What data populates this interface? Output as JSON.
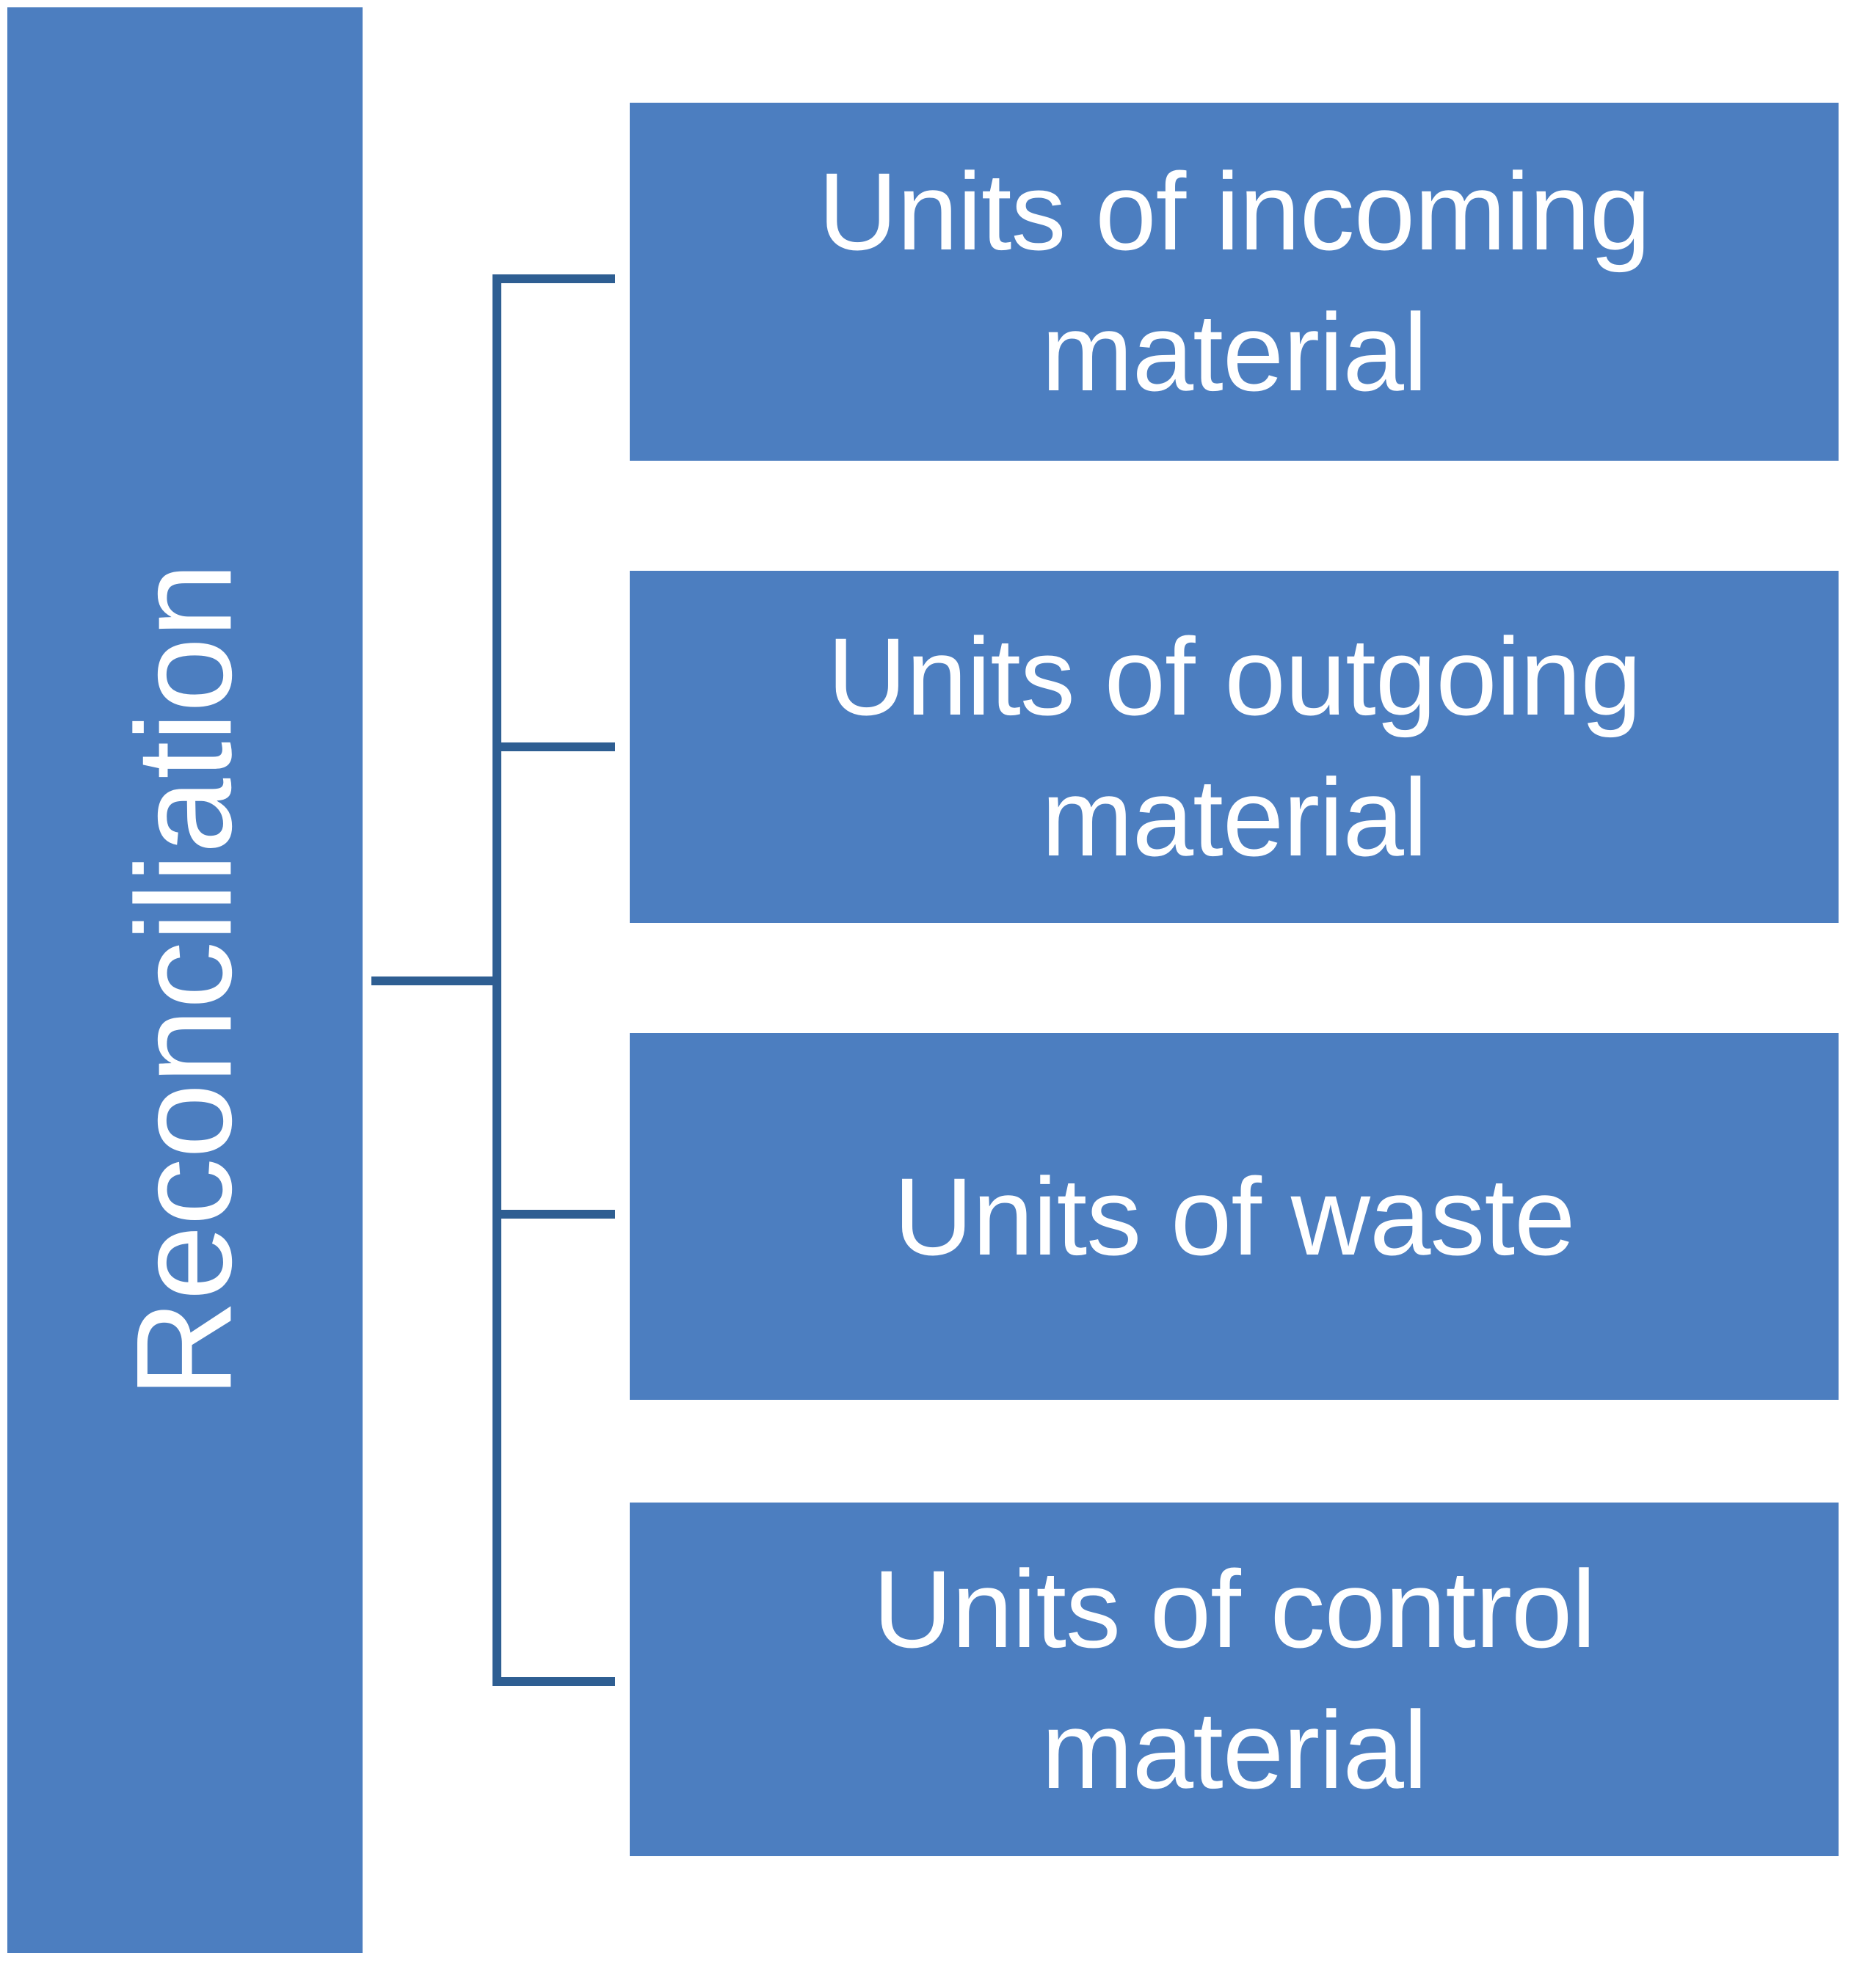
{
  "diagram": {
    "type": "bracket-hierarchy",
    "orientation": "left-root-right-leaves",
    "root": {
      "label": "Reconciliation",
      "rotation_degrees": -90,
      "fill_color": "#4C7EC0",
      "text_color": "#FFFFFF"
    },
    "connector": {
      "style": "square-bracket",
      "color": "#2E5E92",
      "stroke_width": 12,
      "branch_count": 4
    },
    "leaves": [
      {
        "label": "Units of incoming material",
        "fill_color": "#4C7EC0",
        "text_color": "#FFFFFF"
      },
      {
        "label": "Units of outgoing material",
        "fill_color": "#4C7EC0",
        "text_color": "#FFFFFF"
      },
      {
        "label": "Units of waste",
        "fill_color": "#4C7EC0",
        "text_color": "#FFFFFF"
      },
      {
        "label": "Units of control material",
        "fill_color": "#4C7EC0",
        "text_color": "#FFFFFF"
      }
    ],
    "background_color": "#FFFFFF"
  }
}
